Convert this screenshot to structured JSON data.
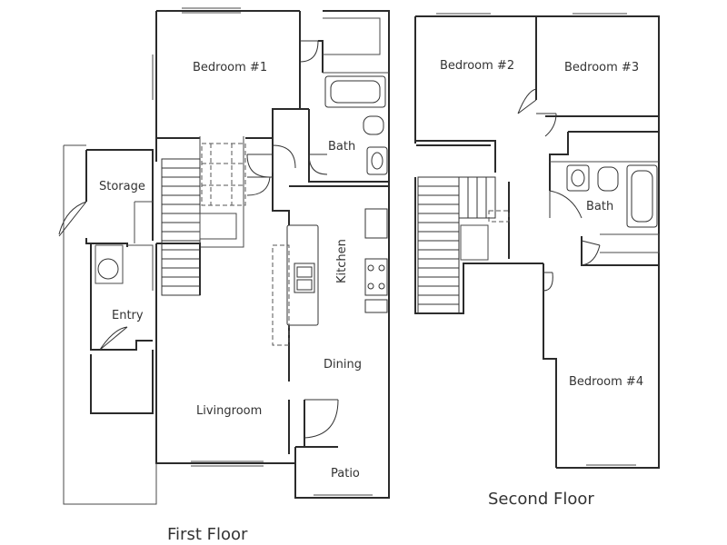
{
  "first_floor": {
    "title": "First Floor",
    "rooms": {
      "bedroom1": "Bedroom #1",
      "bath": "Bath",
      "storage": "Storage",
      "kitchen": "Kitchen",
      "entry": "Entry",
      "dining": "Dining",
      "livingroom": "Livingroom",
      "patio": "Patio"
    }
  },
  "second_floor": {
    "title": "Second Floor",
    "rooms": {
      "bedroom2": "Bedroom #2",
      "bedroom3": "Bedroom #3",
      "bath": "Bath",
      "bedroom4": "Bedroom #4"
    }
  }
}
